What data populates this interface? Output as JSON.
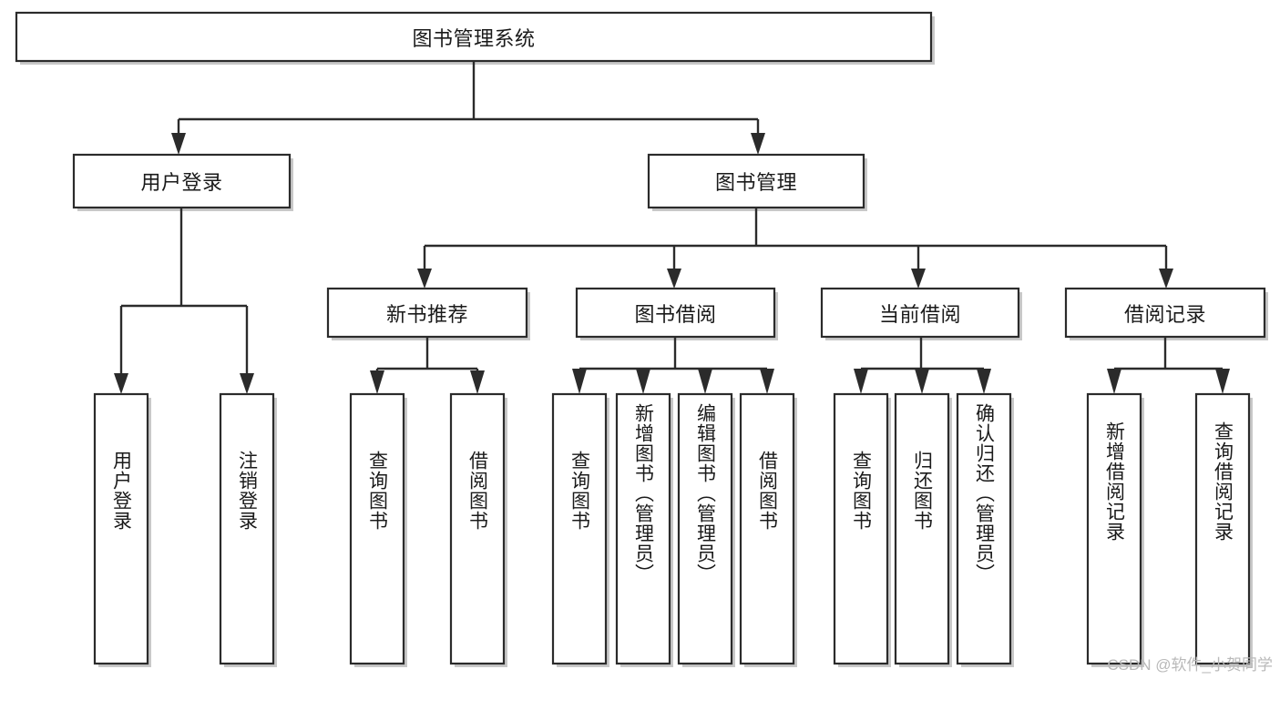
{
  "diagram": {
    "type": "tree",
    "title": "图书管理系统",
    "watermark": "CSDN @软件_小贺同学",
    "colors": {
      "box_stroke": "#2b2b2b",
      "box_fill": "#ffffff",
      "connector": "#2b2b2b",
      "text": "#1a1a1a",
      "watermark": "#b9b9b9",
      "background": "#ffffff"
    },
    "root": {
      "label": "图书管理系统"
    },
    "level2": [
      {
        "label": "用户登录"
      },
      {
        "label": "图书管理"
      }
    ],
    "level3": [
      {
        "label": "新书推荐"
      },
      {
        "label": "图书借阅"
      },
      {
        "label": "当前借阅"
      },
      {
        "label": "借阅记录"
      }
    ],
    "leaves": {
      "user_login": [
        {
          "label": "用户登录"
        },
        {
          "label": "注销登录"
        }
      ],
      "new_book_recommend": [
        {
          "label": "查询图书"
        },
        {
          "label": "借阅图书"
        }
      ],
      "book_borrow": [
        {
          "label": "查询图书"
        },
        {
          "label": "新增图书（管理员）"
        },
        {
          "label": "编辑图书（管理员）"
        },
        {
          "label": "借阅图书"
        }
      ],
      "current_borrow": [
        {
          "label": "查询图书"
        },
        {
          "label": "归还图书"
        },
        {
          "label": "确认归还（管理员）"
        }
      ],
      "borrow_record": [
        {
          "label": "新增借阅记录"
        },
        {
          "label": "查询借阅记录"
        }
      ]
    }
  }
}
